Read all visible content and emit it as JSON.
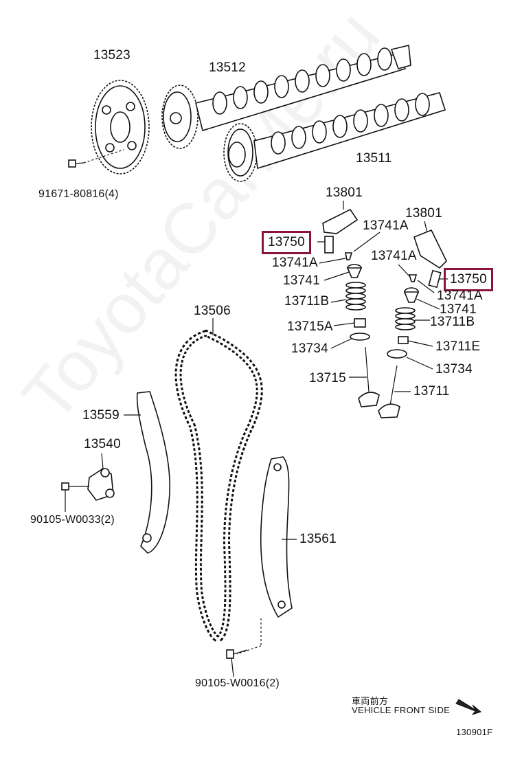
{
  "watermark": "ToyotaCarMe.ru",
  "labels": {
    "p13523": "13523",
    "p13512": "13512",
    "p13511": "13511",
    "p91671": "91671-80816(4)",
    "p13801a": "13801",
    "p13801b": "13801",
    "p13741A_1": "13741A",
    "p13750_1": "13750",
    "p13741A_2": "13741A",
    "p13741A_3": "13741A",
    "p13741_1": "13741",
    "p13750_2": "13750",
    "p13741A_4": "13741A",
    "p13711B_1": "13711B",
    "p13741_2": "13741",
    "p13711B_2": "13711B",
    "p13715A": "13715A",
    "p13734_1": "13734",
    "p13711E": "13711E",
    "p13734_2": "13734",
    "p13715": "13715",
    "p13711": "13711",
    "p13506": "13506",
    "p13559": "13559",
    "p13540": "13540",
    "p90105a": "90105-W0033(2)",
    "p13561": "13561",
    "p90105b": "90105-W0016(2)"
  },
  "direction": {
    "jp": "車両前方",
    "en": "VEHICLE FRONT SIDE"
  },
  "figure_code": "130901F",
  "colors": {
    "highlight": "#8b1538",
    "ink": "#111111"
  }
}
